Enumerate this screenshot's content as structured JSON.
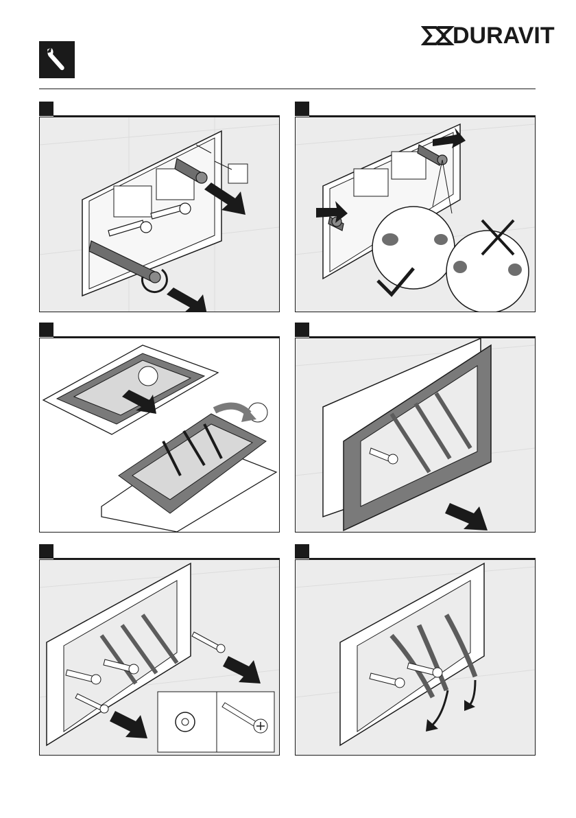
{
  "brand": {
    "name": "DURAVIT"
  },
  "colors": {
    "ink": "#1a1a1a",
    "panel_bg": "#ececec",
    "frame_gray": "#7a7a7a"
  },
  "header": {
    "tool_icon": "wrench-icon"
  },
  "steps": [
    {
      "icon": "anchor-insert-illustration"
    },
    {
      "icon": "anchor-orientation-check-illustration",
      "marks": [
        "checkmark-icon",
        "cross-icon"
      ]
    },
    {
      "icon": "frame-separation-illustration"
    },
    {
      "icon": "frame-mount-illustration"
    },
    {
      "icon": "frame-screw-illustration",
      "parts": [
        "washer-icon",
        "screw-icon"
      ]
    },
    {
      "icon": "lever-fold-illustration"
    }
  ]
}
